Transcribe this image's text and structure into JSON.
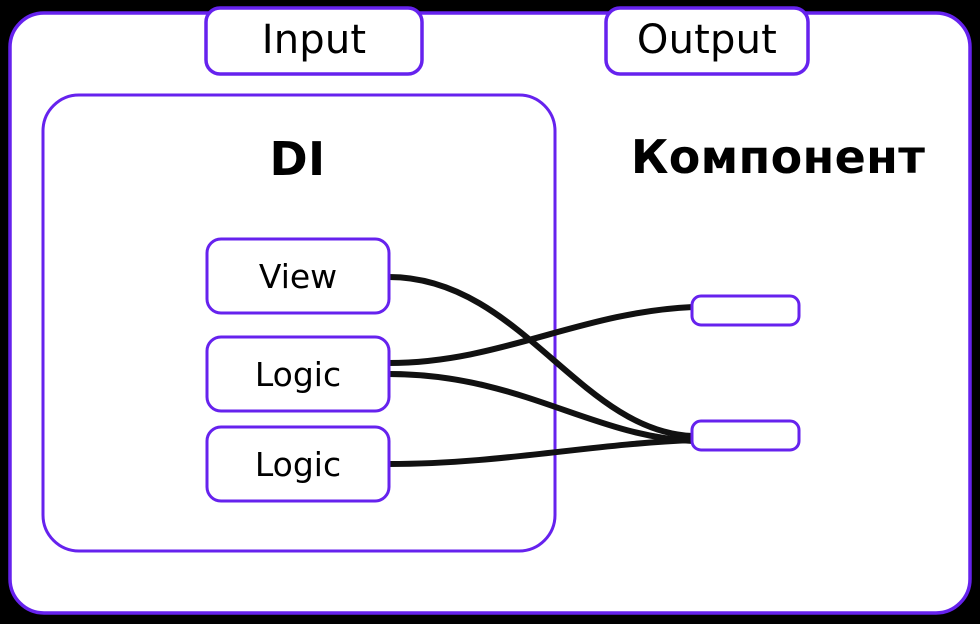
{
  "diagram": {
    "title_hidden": "",
    "background_color": "#000000",
    "surface_color": "#ffffff",
    "accent_color": "#6622ee",
    "connector_color": "#111111",
    "tabs": [
      {
        "id": "input",
        "label": "Input"
      },
      {
        "id": "output",
        "label": "Output"
      }
    ],
    "headings": [
      {
        "id": "di",
        "label": "DI"
      },
      {
        "id": "component",
        "label": "Компонент"
      }
    ],
    "nodes": [
      {
        "id": "view",
        "label": "View"
      },
      {
        "id": "logic-1",
        "label": "Logic"
      },
      {
        "id": "logic-2",
        "label": "Logic"
      }
    ],
    "output_slots": [
      {
        "id": "output-slot-1",
        "label": ""
      },
      {
        "id": "output-slot-2",
        "label": ""
      }
    ],
    "connectors": [
      {
        "id": "view-to-slot-2",
        "from": "view",
        "to": "output-slot-2"
      },
      {
        "id": "logic-1-to-slot-1",
        "from": "logic-1",
        "to": "output-slot-1"
      },
      {
        "id": "logic-1-to-slot-2",
        "from": "logic-1",
        "to": "output-slot-2"
      },
      {
        "id": "logic-2-to-slot-2",
        "from": "logic-2",
        "to": "output-slot-2"
      }
    ]
  }
}
